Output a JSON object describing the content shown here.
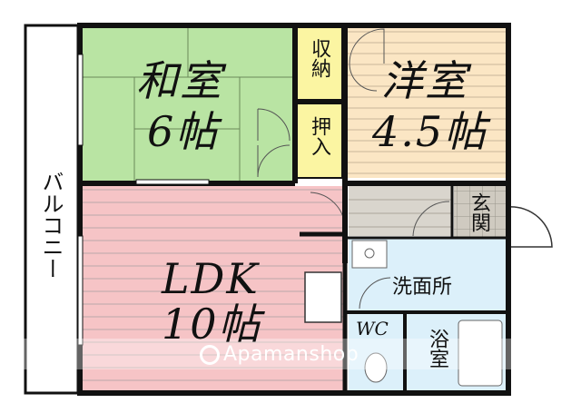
{
  "rooms": {
    "washitsu": {
      "name": "和室",
      "size": "6帖"
    },
    "youshitsu": {
      "name": "洋室",
      "size": "4.5帖"
    },
    "ldk": {
      "name": "LDK",
      "size": "10帖"
    },
    "shuunou": "収納",
    "oshiire": "押入",
    "genkan": "玄関",
    "senmenjo": "洗面所",
    "wc": "WC",
    "yokushitsu": "浴室",
    "balcony": "バルコニー"
  },
  "watermark": "Apamanshop",
  "colors": {
    "washitsu": "#b9e4a3",
    "youshitsu": "#fbe6c4",
    "ldk": "#f6c4c6",
    "storage": "#fbf5a2",
    "wet": "#dcf0fa",
    "genkan": "#d7d4cc",
    "hall": "#d9d5cd",
    "wall": "#111111"
  }
}
